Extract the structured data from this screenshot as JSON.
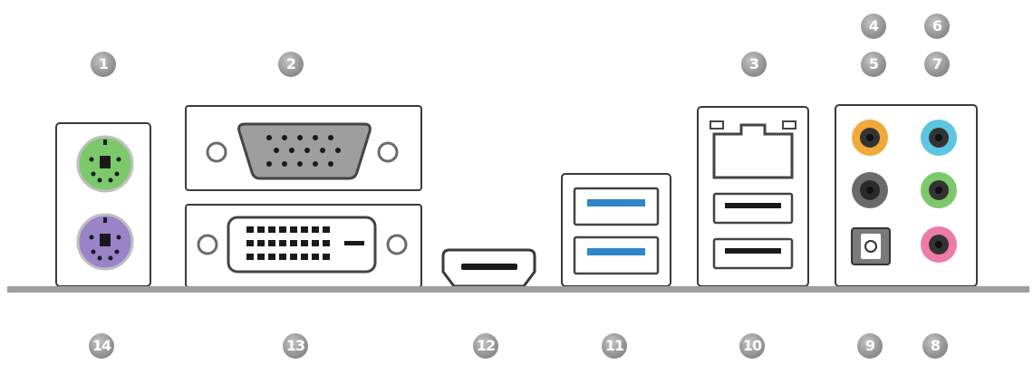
{
  "labels": {
    "ps2": "1",
    "vga": "2",
    "lan": "3",
    "audio_top_left": "4",
    "audio_mid_left": "5",
    "audio_top_right": "6",
    "audio_mid_right": "7",
    "audio_bottom_right": "8",
    "optical": "9",
    "usb_lan": "10",
    "usb3": "11",
    "hdmi": "12",
    "dvi": "13",
    "ps2_bottom": "14"
  },
  "colors": {
    "ps2_mouse": "#7bc96a",
    "ps2_keyboard": "#9b83c7",
    "audio_orange": "#f2a93b",
    "audio_blue": "#5cc6e0",
    "audio_black": "#6b6b6b",
    "audio_green": "#7cc86a",
    "audio_pink": "#ec7ba6",
    "usb3_blue": "#2f86c8",
    "badge": "#8e8e8e"
  }
}
